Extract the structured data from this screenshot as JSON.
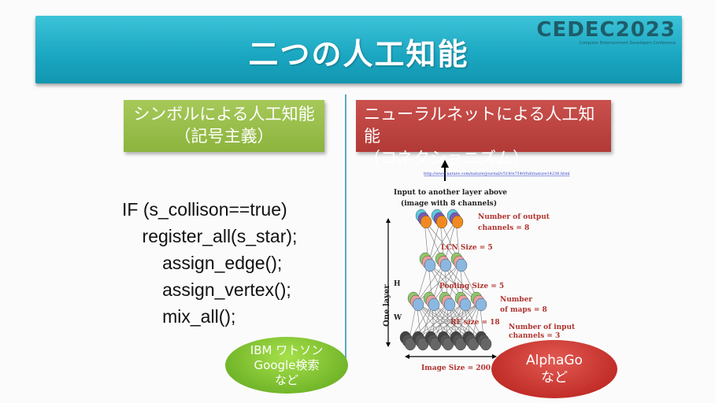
{
  "slide": {
    "title": "二つの人工知能",
    "logo": {
      "name": "CEDEC2023",
      "subtitle": "Computer Entertainment Developers Conference"
    }
  },
  "left": {
    "header_line1": "シンボルによる人工知能",
    "header_line2": "（記号主義）",
    "code": [
      "IF (s_collison==true)",
      "    register_all(s_star);",
      "",
      "        assign_edge();",
      "        assign_vertex();",
      "        mix_all();"
    ],
    "oval": {
      "line1": "IBM ワトソン",
      "line2": "Google検索",
      "line3": "など"
    }
  },
  "right": {
    "header_line1": "ニューラルネットによる人工知能",
    "header_line2": "（コネクショニズム）",
    "diagram": {
      "url": "http://www.nature.com/nature/journal/v518/n7540/full/nature14236.html",
      "top_label1": "Input to another layer above",
      "top_label2": "(image with 8 channels)",
      "out_ch1": "Number  of output",
      "out_ch2": "channels = 8",
      "lcn": "LCN Size = 5",
      "pool": "Pooling Size = 5",
      "maps1": "Number",
      "maps2": "of maps = 8",
      "rf": "RF size = 18",
      "in_ch1": "Number  of input",
      "in_ch2": "channels = 3",
      "image_size": "Image Size = 200",
      "h": "H",
      "w": "W",
      "one_layer": "One layer"
    },
    "oval": {
      "line1": "AlphaGo",
      "line2": "など"
    }
  },
  "colors": {
    "title": "#1aa6c1",
    "green": "#8db43e",
    "red": "#b23a36"
  }
}
